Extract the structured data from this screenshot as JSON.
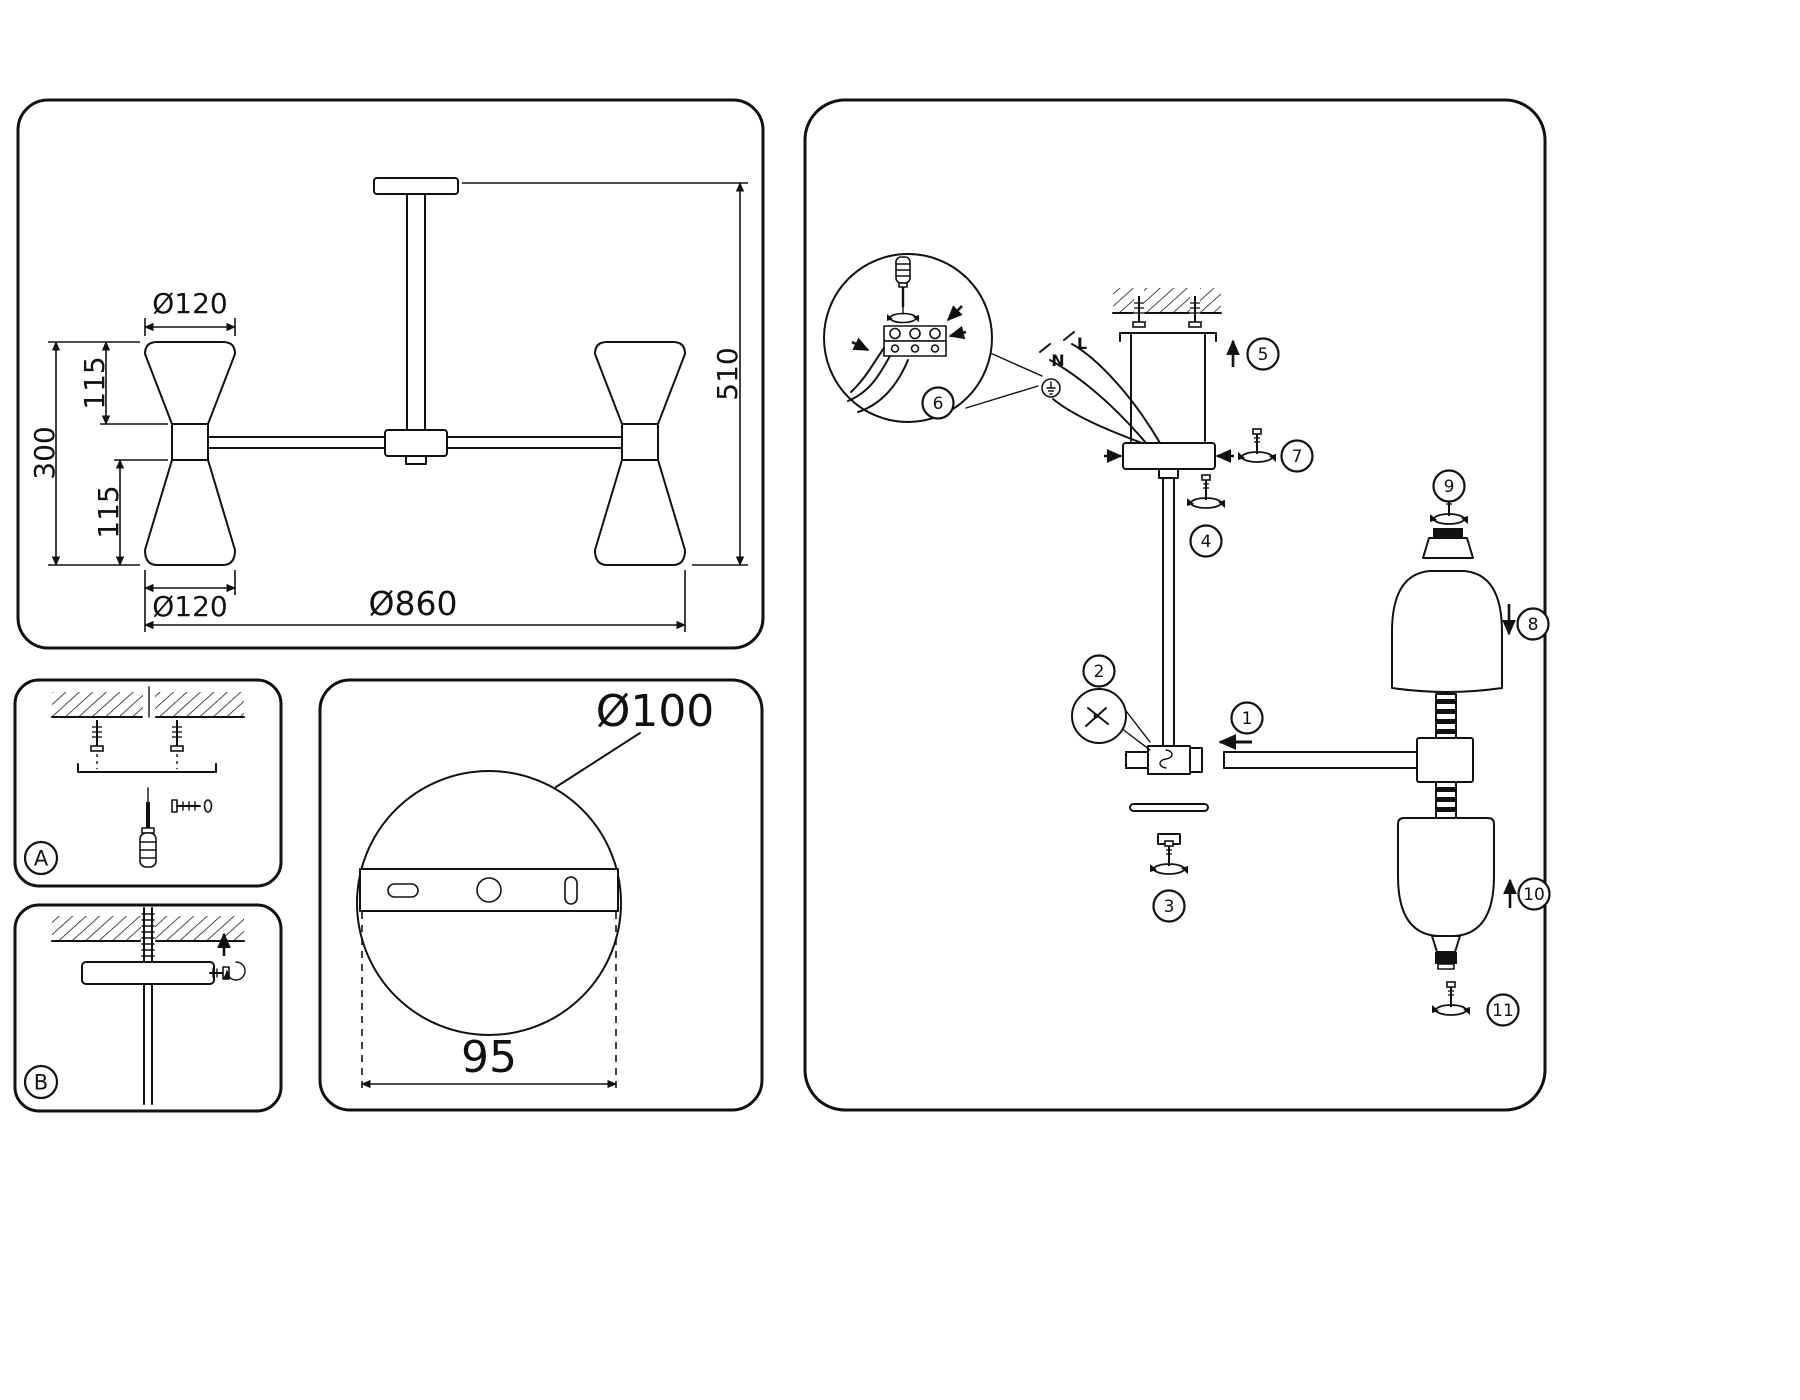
{
  "dimension_drawing": {
    "shade_top_diameter": "Ø120",
    "shade_upper_height": "115",
    "shade_lower_height": "115",
    "shade_total_height": "300",
    "shade_bottom_diameter": "Ø120",
    "fixture_diameter": "Ø860",
    "fixture_height": "510"
  },
  "mounting_steps": {
    "panel_a_label": "A",
    "panel_b_label": "B"
  },
  "canopy_detail": {
    "outer_diameter": "Ø100",
    "mount_hole_spacing": "95"
  },
  "assembly": {
    "wire_labels": {
      "neutral": "N",
      "live": "L"
    },
    "steps": [
      "1",
      "2",
      "3",
      "4",
      "5",
      "6",
      "7",
      "8",
      "9",
      "10",
      "11"
    ]
  },
  "style": {
    "line_color": "#111111",
    "background": "#ffffff"
  }
}
